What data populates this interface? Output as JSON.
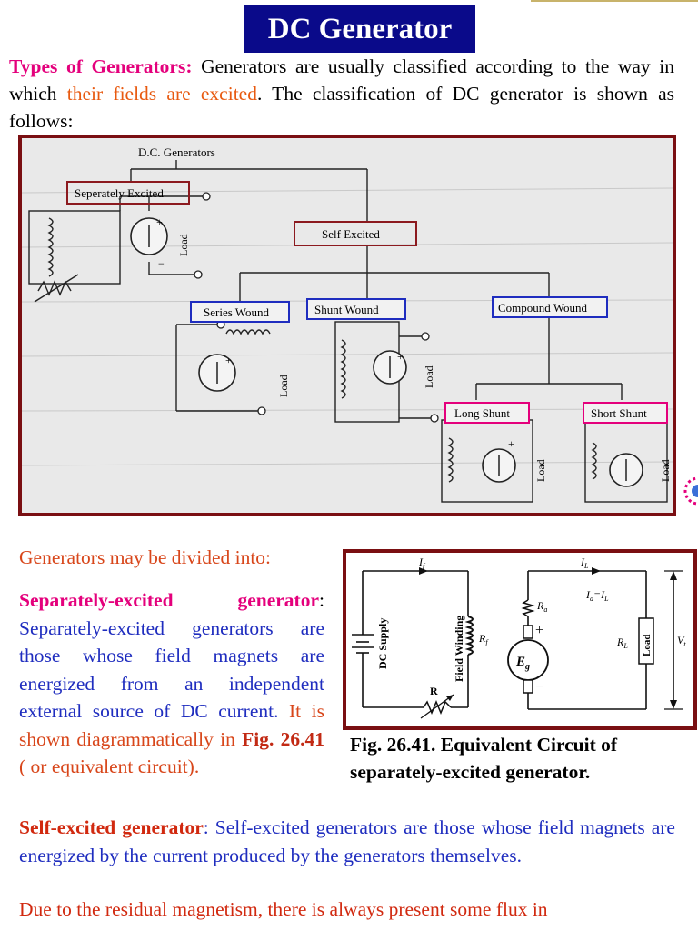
{
  "title": "DC Generator",
  "intro": {
    "lead": "Types of Generators:",
    "text1": " Generators are usually classified according to the way in which ",
    "highlight": "their fields are excited",
    "text2": ". The classification of DC generator is shown as follows:"
  },
  "figure1": {
    "root": "D.C. Generators",
    "separately_excited": "Seperately Excited",
    "self_excited": "Self Excited",
    "series_wound": "Series Wound",
    "shunt_wound": "Shunt Wound",
    "compound_wound": "Compound Wound",
    "long_shunt": "Long Shunt",
    "short_shunt": "Short Shunt",
    "load_label": "Load",
    "plus": "+",
    "minus": "−"
  },
  "divided_into": "Generators may be divided into:",
  "separately": {
    "heading": "Separately-excited generator",
    "colon": ":",
    "text_blue": " Separately-excited generators are those whose field magnets are energized from an independent external source of DC current. ",
    "text_orange1": "It is shown diagrammatically in ",
    "fig_ref": "Fig. 26.41",
    "text_orange2": " ( or equivalent circuit)."
  },
  "figure2": {
    "If": "I",
    "If_sub": "f",
    "IL": "I",
    "IL_sub": "L",
    "Ia_eq": "I",
    "Ia_sub": "a",
    "Ia_rhs": "=I",
    "Ia_rhs_sub": "L",
    "dc_supply": "DC Supply",
    "field_winding": "Field Winding",
    "Ra": "R",
    "Ra_sub": "a",
    "Rf": "R",
    "Rf_sub": "f",
    "R": "R",
    "Eg": "E",
    "Eg_sub": "g",
    "RL": "R",
    "RL_sub": "L",
    "load": "Load",
    "Vt": "V",
    "Vt_sub": "t",
    "plus": "+",
    "minus": "−"
  },
  "caption": "Fig. 26.41. Equivalent Circuit of separately-excited generator.",
  "self_excited": {
    "heading": "Self-excited generator",
    "text": ": Self-excited generators are those whose field magnets are energized by the current produced by the generators themselves."
  },
  "residual": "Due to the residual magnetism, there is always present some flux in"
}
